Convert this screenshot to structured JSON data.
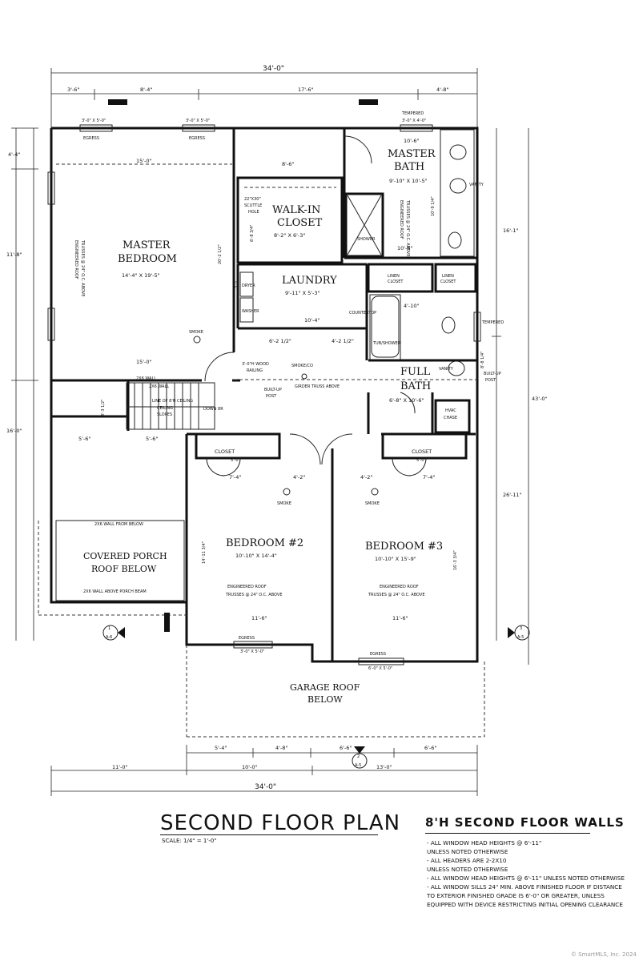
{
  "dimensions": {
    "overall_top": "34'-0\"",
    "top_segments": [
      "3'-6\"",
      "8'-4\"",
      "17'-6\"",
      "4'-8\""
    ],
    "left_side": [
      "4'-4\"",
      "11'-8\"",
      "16'-0\""
    ],
    "right_side": [
      "16'-1\"",
      "43'-0\"",
      "26'-11\""
    ],
    "bottom_segments": [
      "5'-4\"",
      "4'-8\"",
      "6'-6\"",
      "6'-6\""
    ],
    "bottom_row2": [
      "11'-0\"",
      "10'-0\"",
      "13'-0\""
    ],
    "overall_bottom": "34'-0\""
  },
  "rooms": {
    "master_bedroom": {
      "name": "MASTER",
      "name2": "BEDROOM",
      "size": "14'-4\" X 19'-5\""
    },
    "walk_in": {
      "name": "WALK-IN",
      "name2": "CLOSET",
      "size": "8'-2\" X 6'-3\""
    },
    "master_bath": {
      "name": "MASTER",
      "name2": "BATH",
      "size": "9'-10\" X 10'-5\""
    },
    "laundry": {
      "name": "LAUNDRY",
      "size": "9'-11\" X 5'-3\""
    },
    "full_bath": {
      "name": "FULL",
      "name2": "BATH",
      "size": "6'-8\" X 10'-6\""
    },
    "bedroom2": {
      "name": "BEDROOM #2",
      "size": "10'-10\" X 14'-4\""
    },
    "bedroom3": {
      "name": "BEDROOM #3",
      "size": "10'-10\" X 15'-9\""
    },
    "porch": {
      "name": "COVERED PORCH",
      "name2": "ROOF BELOW"
    },
    "garage": {
      "name": "GARAGE ROOF",
      "name2": "BELOW"
    }
  },
  "labels": {
    "egress": "EGRESS",
    "smoke": "SMOKE",
    "smoke_co": "SMOKE/CO",
    "closet": "CLOSET",
    "linen_closet_a": "LINEN",
    "linen_closet_b": "CLOSET",
    "dryer": "DRYER",
    "washer": "WASHER",
    "scuttle_a": "22\"X30\"",
    "scuttle_b": "SCUTTLE",
    "scuttle_c": "HOLE",
    "shower": "SHOWER",
    "tub": "TUB/SHOWER",
    "vanity": "VANITY",
    "countertop": "COUNTERTOP",
    "tempered": "TEMPERED",
    "hvac_a": "HVAC",
    "hvac_b": "CHASE",
    "builtup_post": "BUILT-UP",
    "post": "POST",
    "girder": "GIRDER TRUSS ABOVE",
    "wood_rail_a": "3'-0\"H WOOD",
    "wood_rail_b": "RAILING",
    "ceiling_a": "LINE OF 8'H CEILING",
    "ceiling_b": "CEILING",
    "ceiling_c": "SLOPES",
    "down": "DOWN 8R",
    "wall_2x6": "2X6 WALL",
    "wall_from_below": "2X6 WALL FROM BELOW",
    "porch_beam": "2X6 WALL ABOVE PORCH BEAM",
    "roof_a": "ENGINEERED ROOF",
    "roof_b": "TRUSSES @ 24\" O.C. ABOVE",
    "window_3x5": "3'-0\" X 5'-0\"",
    "window_3x4": "3'-0\" X 4'-0\"",
    "window_6x5": "6'-0\" X 5'-0\"",
    "section_1": "1",
    "section_1s": "A-6",
    "section_2": "2",
    "section_2s": "A-5",
    "section_3": "3",
    "section_3s": "A-5"
  },
  "interior_dims": {
    "mb_top": "15'-0\"",
    "mb_bottom": "15'-0\"",
    "mb_height": "20'-2 1/2\"",
    "wic_top": "8'-6\"",
    "wic_side": "6'-8 3/4\"",
    "mbath_top": "10'-6\"",
    "mbath_inner": "10'-6\"",
    "mbath_side": "10'-9 1/4\"",
    "laundry_w": "10'-4\"",
    "laundry_side": "5'-1\"",
    "hall_a": "6'-2 1/2\"",
    "hall_b": "4'-2 1/2\"",
    "bath_w": "4'-10\"",
    "bath_side": "8'-8 1/4\"",
    "stair_a": "4'-3 1/2\"",
    "stair_b": "5'-6\"",
    "stair_c": "5'-6\"",
    "br2_top": "7'-4\"",
    "br2_top2": "4'-2\"",
    "br3_top": "4'-2\"",
    "br3_top2": "7'-4\"",
    "br2_bottom": "11'-6\"",
    "br3_bottom": "11'-6\"",
    "br2_side": "14'-11 3/4\"",
    "br3_side": "16'-3 3/4\"",
    "closet_w": "5'-0\""
  },
  "title": "SECOND FLOOR PLAN",
  "scale": "SCALE: 1/4\" = 1'-0\"",
  "notes_title": "8'H SECOND FLOOR WALLS",
  "notes": [
    "- ALL WINDOW HEAD HEIGHTS @ 6'-11\"",
    "  UNLESS NOTED OTHERWISE",
    "- ALL HEADERS ARE 2-2X10",
    "  UNLESS NOTED OTHERWISE",
    "- ALL WINDOW HEAD HEIGHTS @ 6'-11\" UNLESS NOTED OTHERWISE",
    "- ALL WINDOW SILLS 24\" MIN. ABOVE FINISHED FLOOR IF DISTANCE",
    "  TO EXTERIOR FINISHED GRADE IS 6'-0\" OR GREATER, UNLESS",
    "  EQUIPPED WITH DEVICE RESTRICTING INITIAL OPENING CLEARANCE"
  ],
  "copyright": "© SmartMLS, Inc. 2024"
}
